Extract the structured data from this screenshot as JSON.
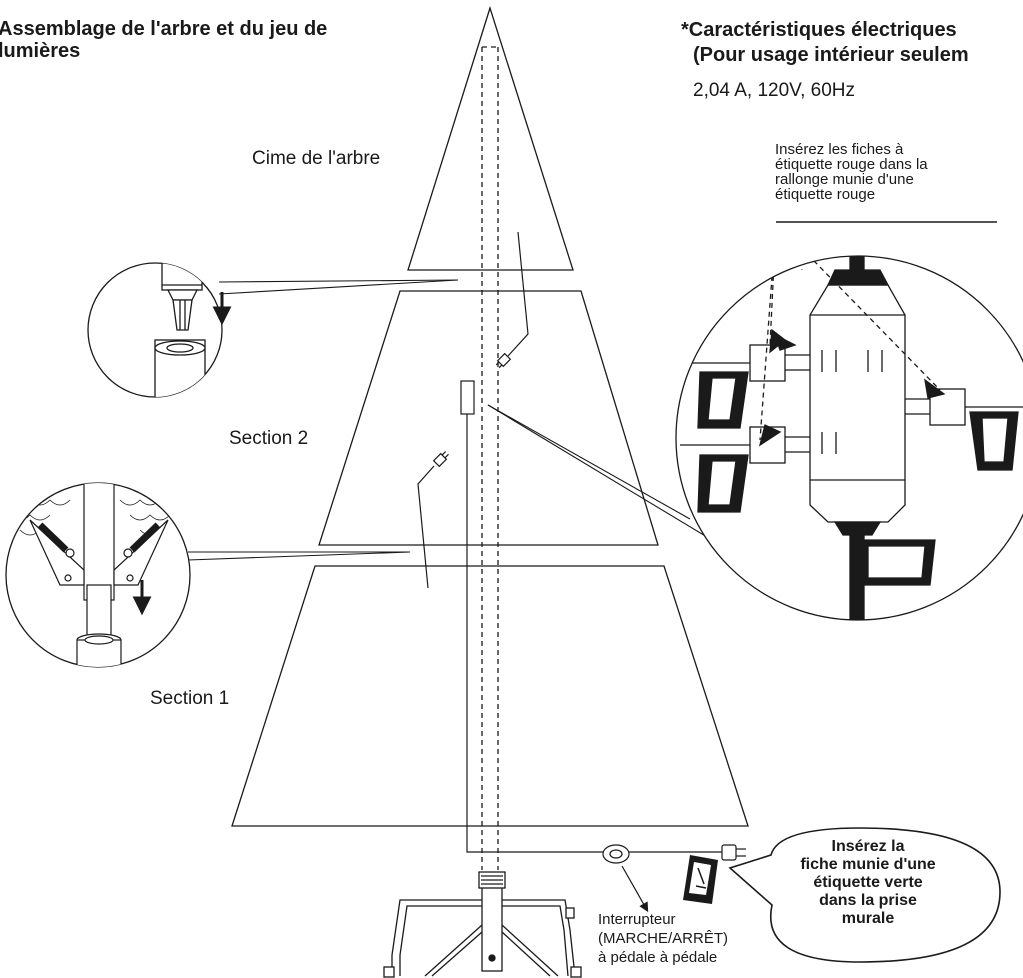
{
  "title_line1": "Assemblage de l'arbre et du jeu de",
  "title_line2": "lumières",
  "specs": {
    "line1": "*Caractéristiques électriques",
    "line2": "(Pour usage intérieur seulem",
    "line3": "2,04 A,  120V,  60Hz"
  },
  "labels": {
    "tree_top": "Cime de l'arbre",
    "section2": "Section 2",
    "section1": "Section 1"
  },
  "red_tag_note": [
    "Insérez les fiches à",
    "étiquette rouge dans la",
    "rallonge munie d'une",
    "étiquette rouge"
  ],
  "switch_note": [
    "Interrupteur",
    "(MARCHE/ARRÊT)",
    "à pédale à pédale"
  ],
  "green_tag_note": [
    "Insérez la",
    "fiche munie d'une",
    "étiquette verte",
    "dans la prise",
    "murale"
  ]
}
